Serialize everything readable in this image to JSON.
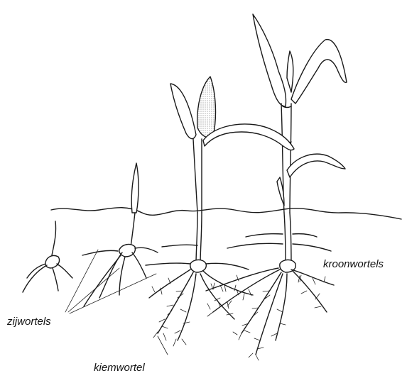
{
  "labels": {
    "kroonwortels": "kroonwortels",
    "zijwortels": "zijwortels",
    "kiemwortel": "kiemwortel"
  },
  "colors": {
    "ink": "#1a1a1a",
    "background": "#ffffff"
  }
}
